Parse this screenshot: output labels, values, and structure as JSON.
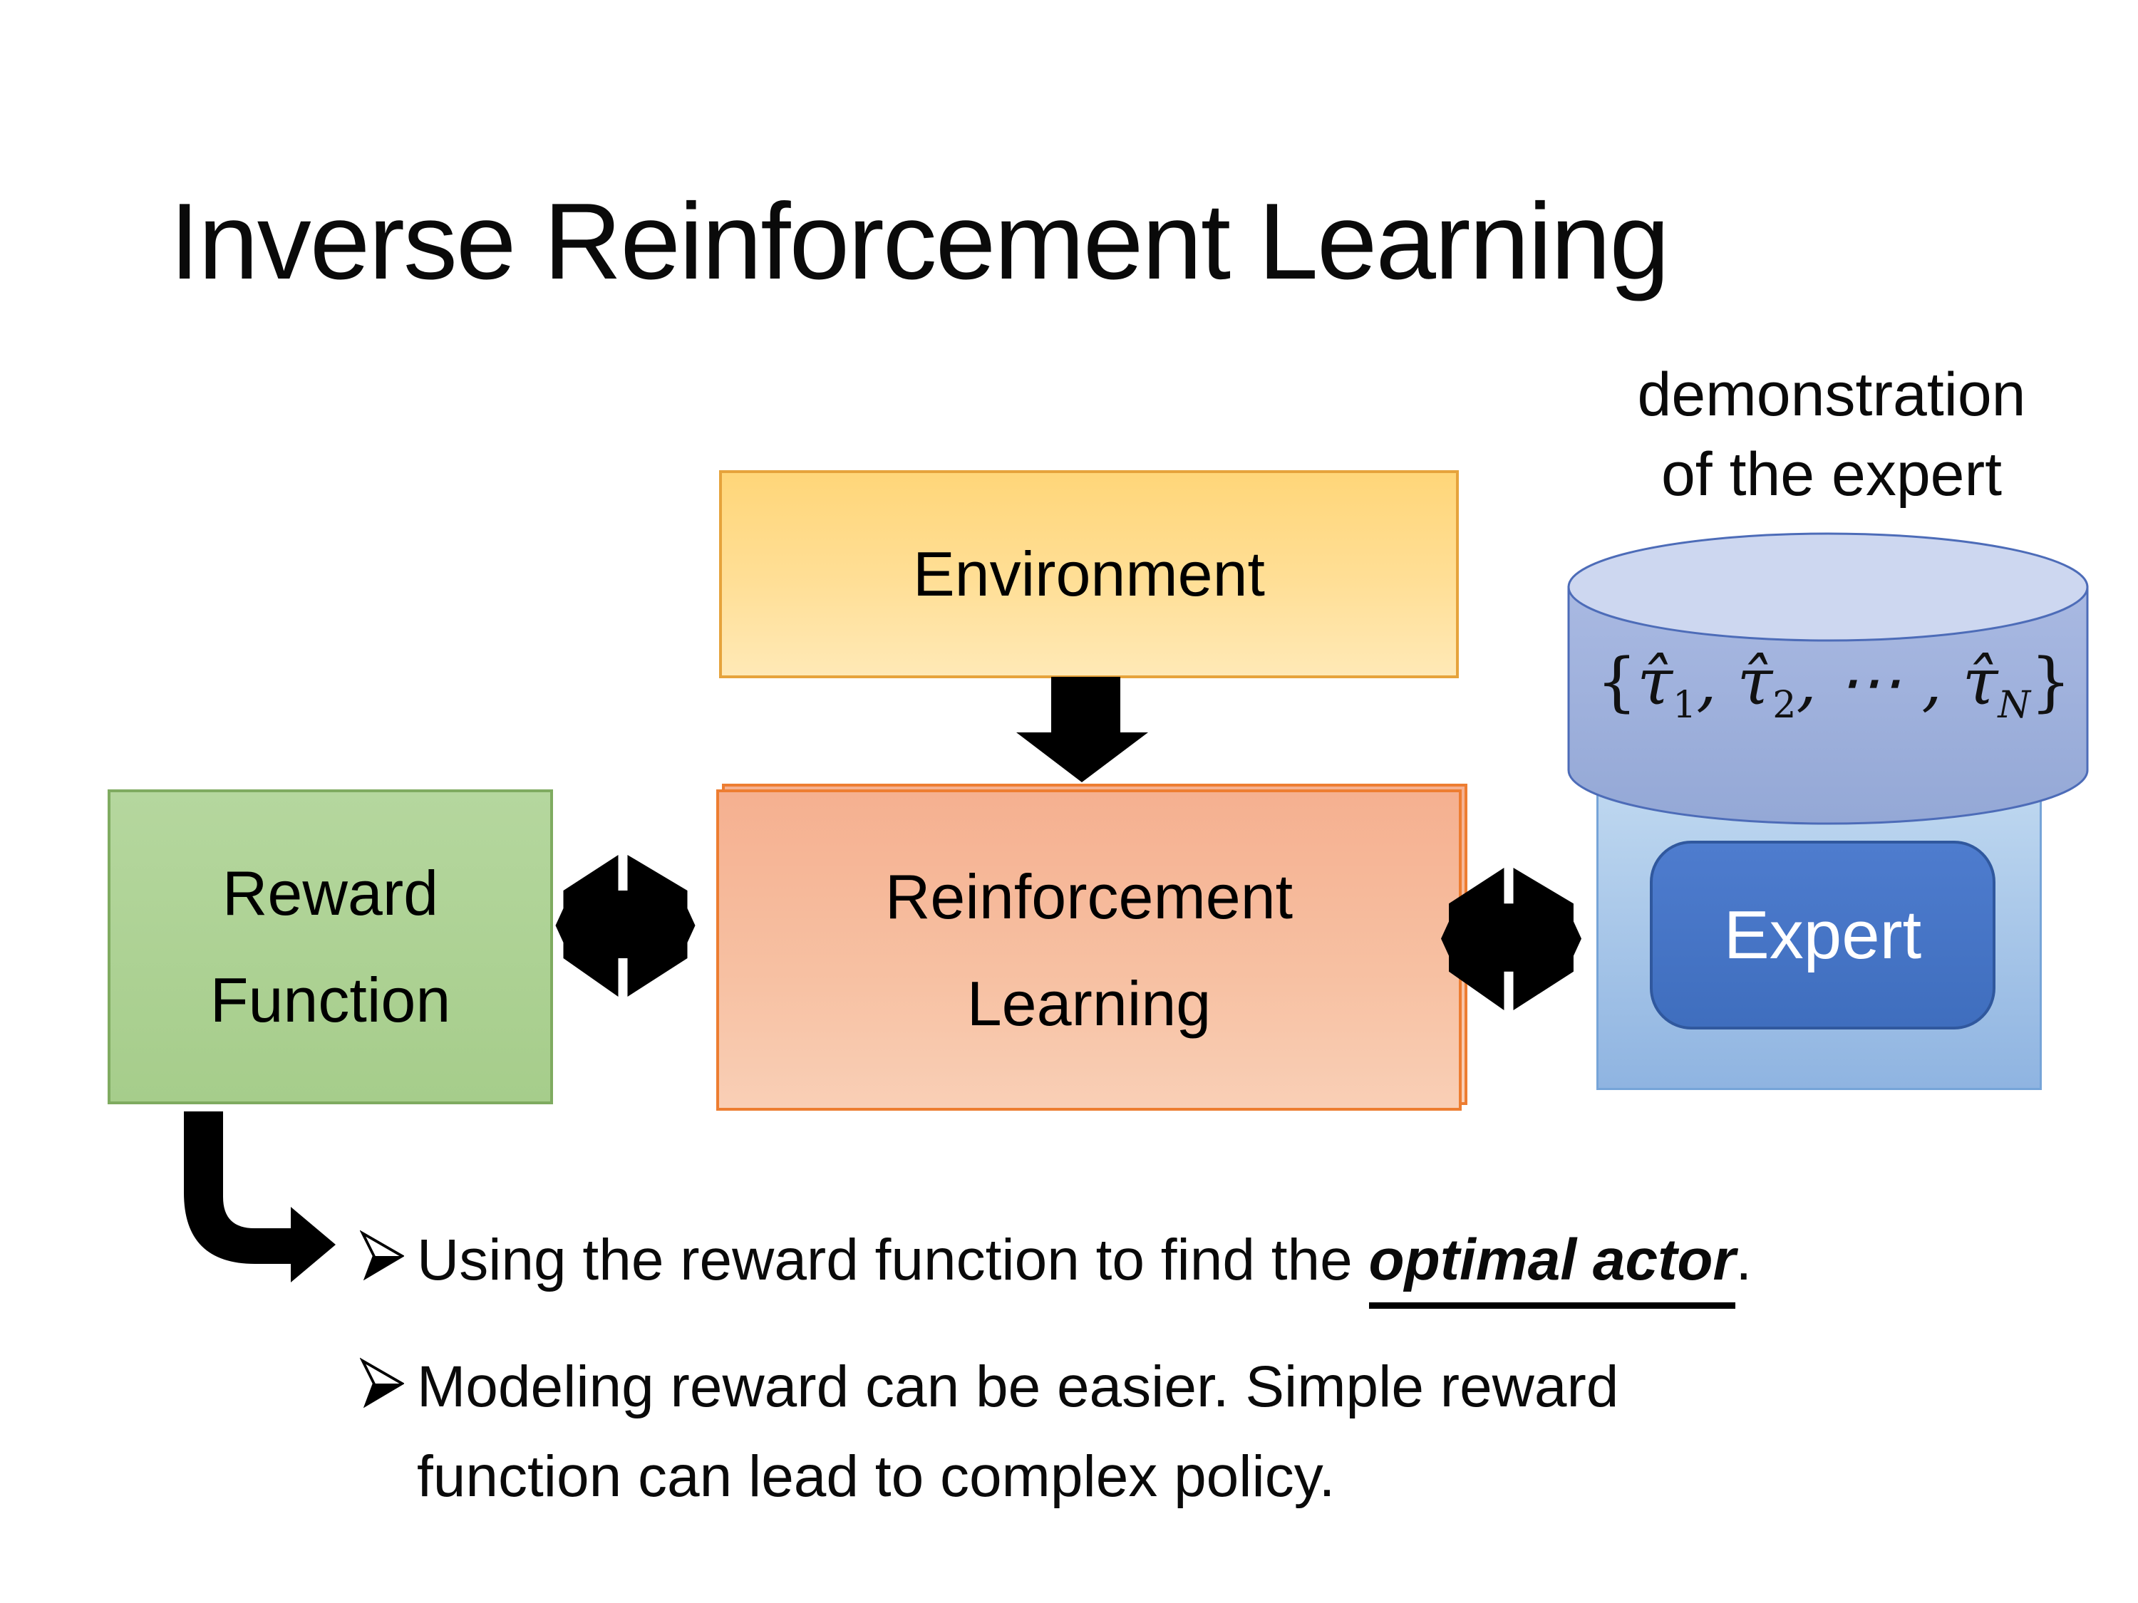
{
  "slide": {
    "title": "Inverse Reinforcement Learning",
    "annotation": {
      "line1": "demonstration",
      "line2": "of the expert"
    },
    "environment_box": {
      "label": "Environment"
    },
    "reward_box": {
      "line1": "Reward",
      "line2": "Function"
    },
    "rl_box": {
      "line1": "Reinforcement",
      "line2": "Learning"
    },
    "expert_box": {
      "label": "Expert"
    },
    "demo_database": {
      "open_brace": "{",
      "tau1": "τ̂",
      "sub1": "1",
      "sep1": ", ",
      "tau2": "τ̂",
      "sub2": "2",
      "sep2": ", ⋯ , ",
      "tauN": "τ̂",
      "subN": "N",
      "close_brace": "}"
    },
    "bullets": {
      "item1": {
        "prefix": "Using the reward function to find the ",
        "emphasis": "optimal actor",
        "suffix": "."
      },
      "item2": {
        "line1": "Modeling reward can be easier. Simple reward",
        "line2": "function can lead to complex policy."
      }
    },
    "colors": {
      "environment_fill_top": "#FFD679",
      "environment_fill_bottom": "#FFE9B6",
      "environment_border": "#E6A33C",
      "rl_fill_top": "#F5B090",
      "rl_fill_bottom": "#F9CFB6",
      "rl_border": "#ED7D31",
      "reward_fill_top": "#B5D79E",
      "reward_fill_bottom": "#A6CD8B",
      "reward_border": "#7FAB60",
      "expert_panel_fill_top": "#BFD8F0",
      "expert_panel_fill_bottom": "#8FB4E1",
      "expert_panel_border": "#76A4D8",
      "expert_fill": "#4472C4",
      "expert_border": "#30589E",
      "cylinder_body_fill": "#9FB1DC",
      "cylinder_top_fill": "#CDD7F0",
      "cylinder_border": "#4D6CB8",
      "arrow_color": "#000000",
      "text_color": "#000000"
    }
  }
}
